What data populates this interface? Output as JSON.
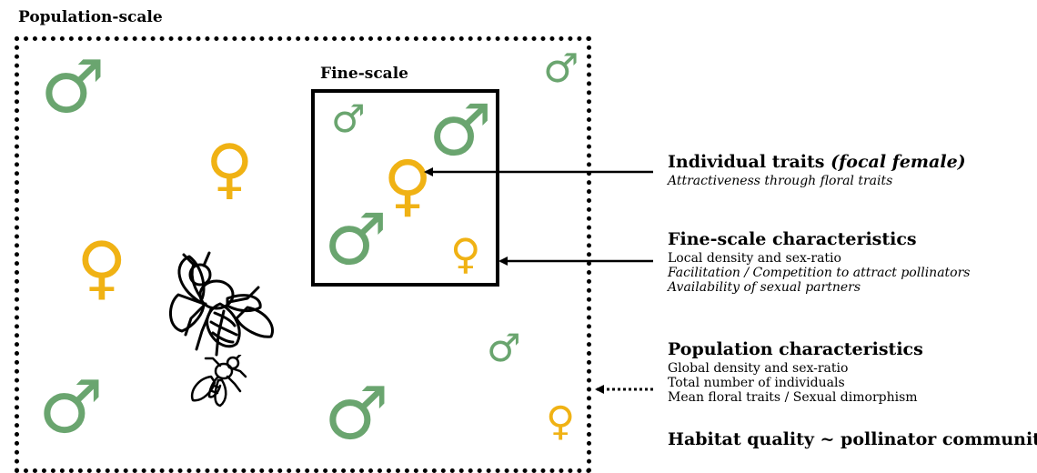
{
  "population_scale": {
    "title": "Population-scale"
  },
  "fine_scale": {
    "title": "Fine-scale"
  },
  "symbols": {
    "male": "♂",
    "female": "♀",
    "male_color": "#6aa56f",
    "female_color": "#f0b214"
  },
  "insects": {
    "bee": "bee-icon",
    "fly": "hoverfly-icon"
  },
  "annotations": {
    "individual": {
      "title_prefix": "Individual traits",
      "title_italic": "(focal female)",
      "lines": [
        "Attractiveness through floral traits"
      ]
    },
    "fine_scale": {
      "title": "Fine-scale characteristics",
      "lines": [
        "Local density and sex-ratio",
        "Facilitation / Competition to attract pollinators",
        "Availability of sexual partners"
      ]
    },
    "population": {
      "title": "Population characteristics",
      "lines": [
        "Global density and sex-ratio",
        "Total number of individuals",
        "Mean floral traits / Sexual dimorphism"
      ]
    },
    "habitat": {
      "title": "Habitat quality ~ pollinator community"
    }
  }
}
